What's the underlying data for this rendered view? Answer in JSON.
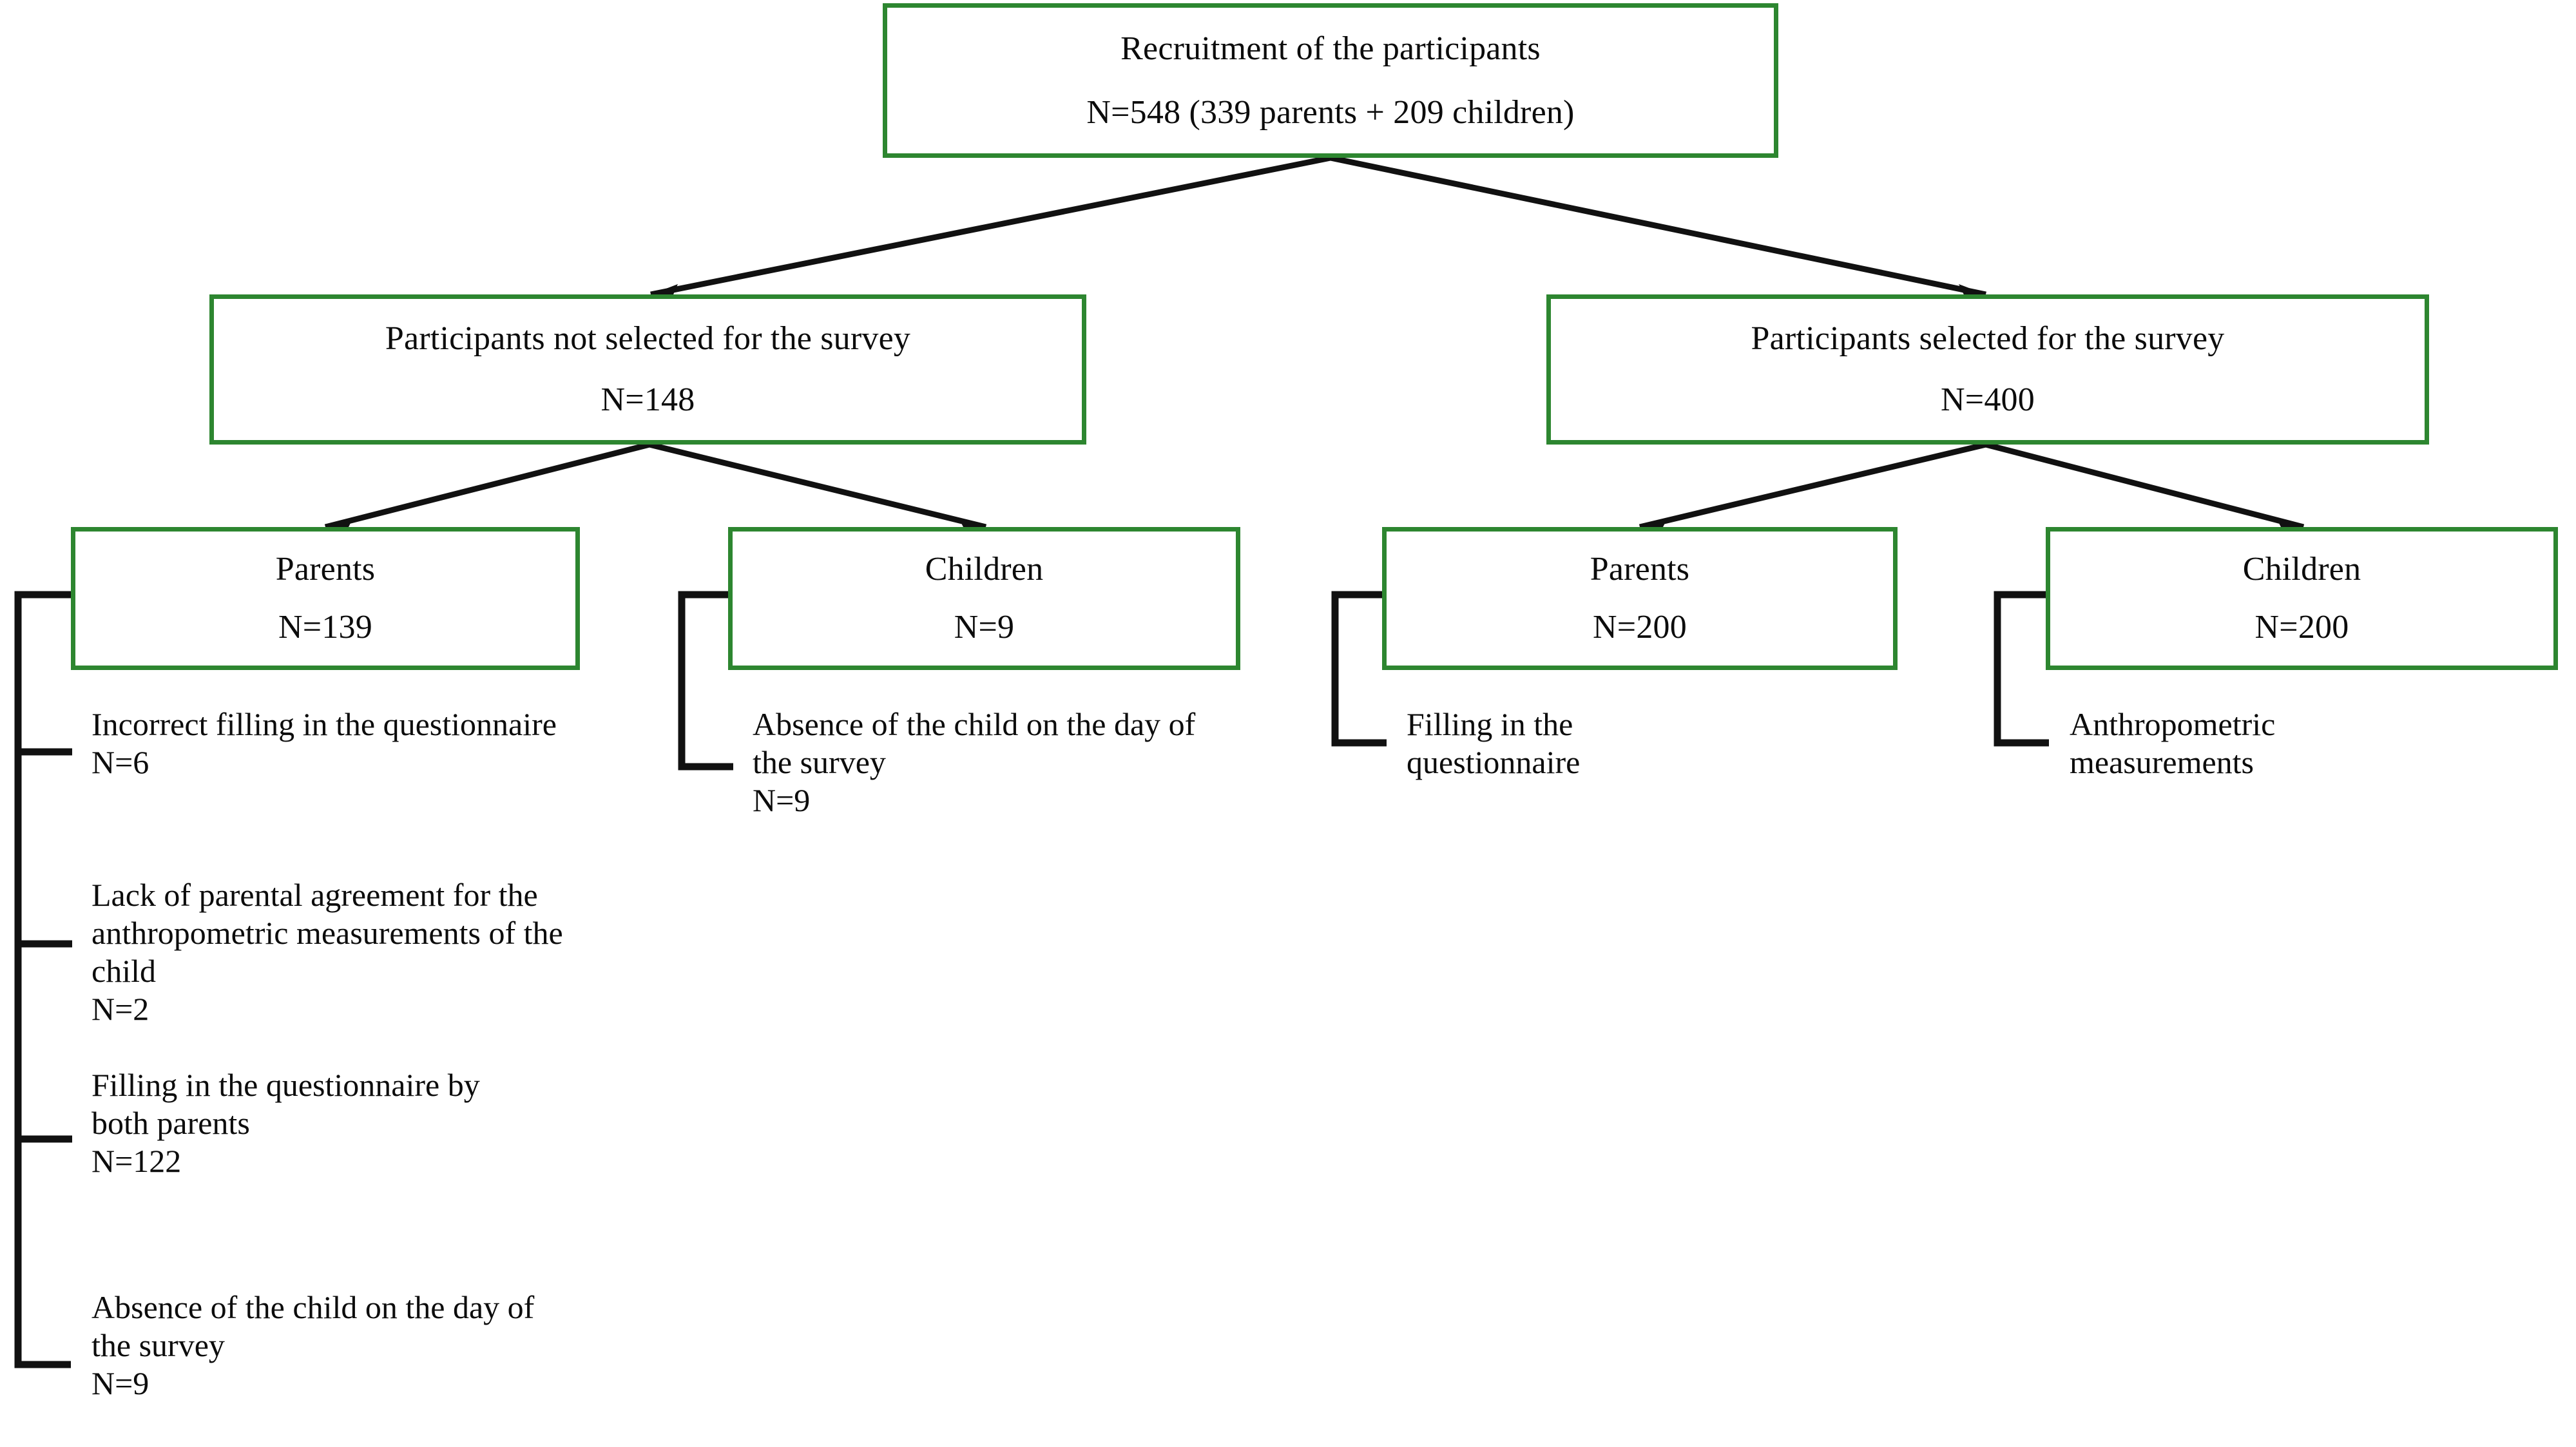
{
  "diagram": {
    "title": "Participant recruitment and selection flow",
    "accent_color": "#2d8630",
    "line_color": "#111111",
    "background": "#ffffff"
  },
  "nodes": {
    "root": {
      "label": "Recruitment of the participants",
      "count": "N=548 (339 parents + 209 children)"
    },
    "not_selected": {
      "label": "Participants not selected for the survey",
      "count": "N=148"
    },
    "selected": {
      "label": "Participants selected for the survey",
      "count": "N=400"
    },
    "not_selected_parents": {
      "label": "Parents",
      "count": "N=139"
    },
    "not_selected_children": {
      "label": "Children",
      "count": "N=9"
    },
    "selected_parents": {
      "label": "Parents",
      "count": "N=200"
    },
    "selected_children": {
      "label": "Children",
      "count": "N=200"
    }
  },
  "exclusions": {
    "not_selected_parents": [
      {
        "text": "Incorrect filling in the questionnaire",
        "count": "N=6"
      },
      {
        "text": "Lack of parental agreement for the anthropometric measurements of the child",
        "count": "N=2"
      },
      {
        "text": "Filling in the questionnaire by both parents",
        "count": "N=122"
      },
      {
        "text": "Absence of the child on the day of the survey",
        "count": "N=9"
      }
    ],
    "not_selected_children": [
      {
        "text": "Absence of the child on the day of the survey",
        "count": "N=9"
      }
    ],
    "selected_parents": [
      {
        "text": "Filling in the questionnaire",
        "count": ""
      }
    ],
    "selected_children": [
      {
        "text": "Anthropometric measurements",
        "count": ""
      }
    ]
  }
}
